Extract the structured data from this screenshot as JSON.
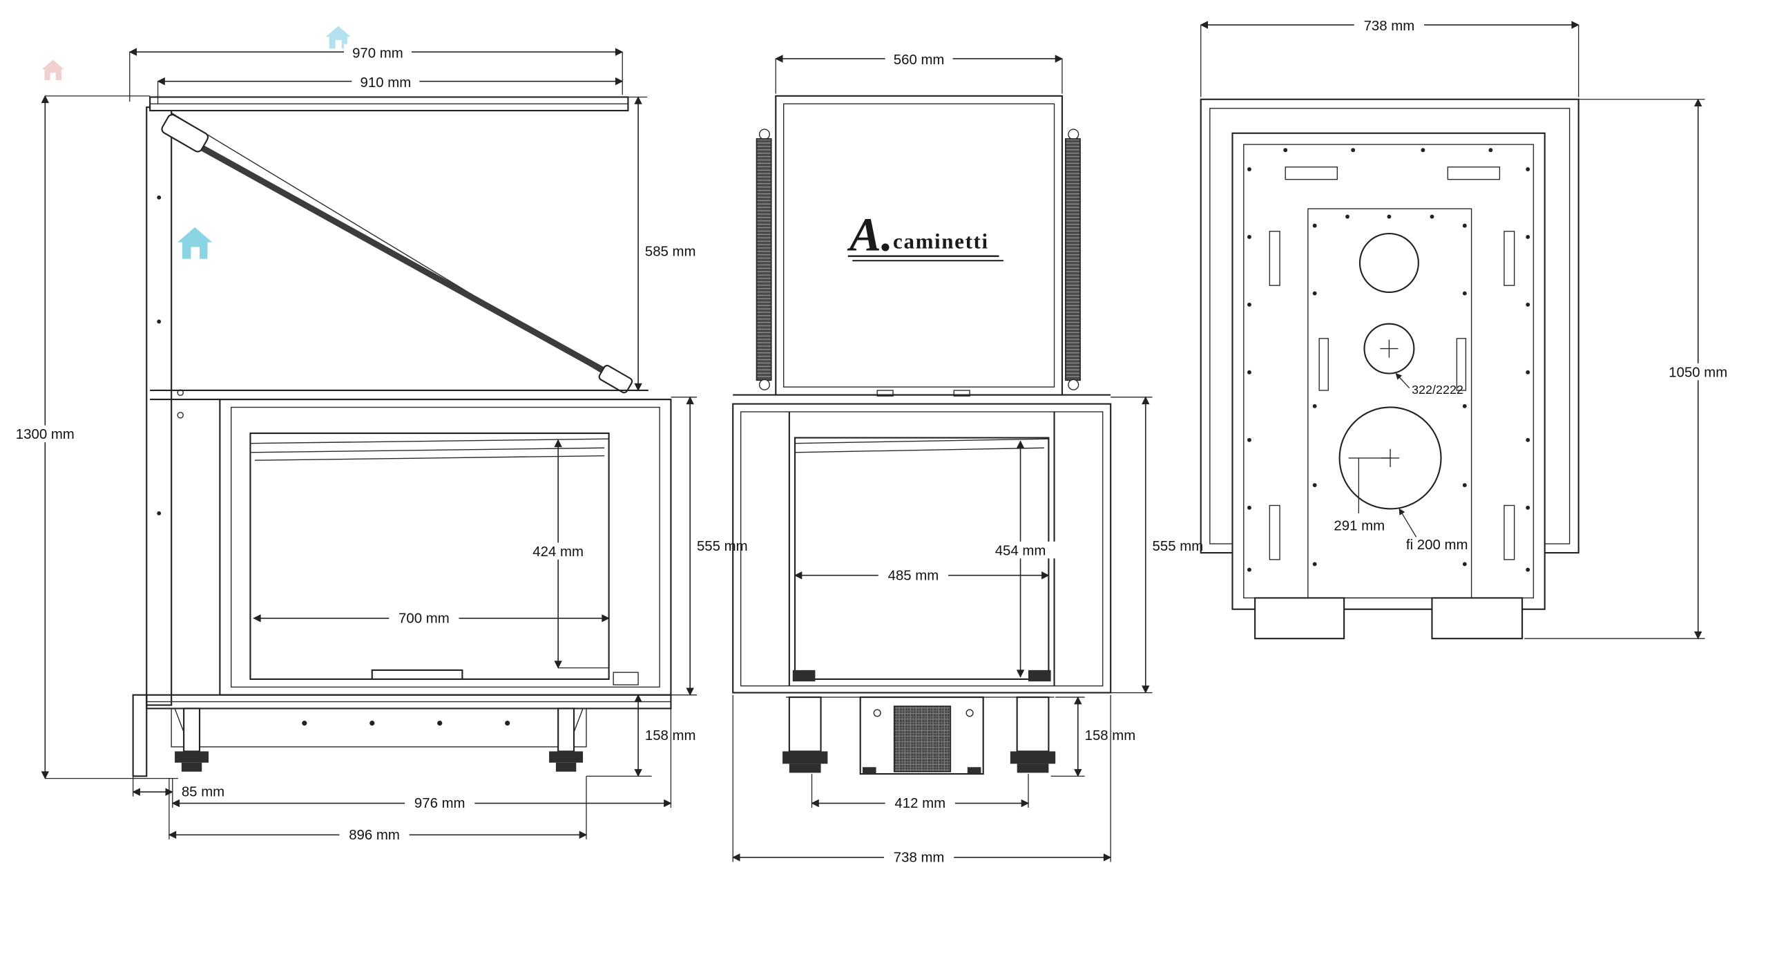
{
  "drawing": {
    "background": "#ffffff",
    "line_color": "#222222",
    "accent_teal": "#7fd0e2",
    "accent_red": "#e6aaaa"
  },
  "logo": {
    "a": "A.",
    "rest": "caminetti"
  },
  "icons": {
    "top_left": "home-icon",
    "top_center": "home-icon",
    "mid_left": "home-icon"
  },
  "front": {
    "dim_970": "970 mm",
    "dim_910": "910 mm",
    "dim_585": "585 mm",
    "dim_1300": "1300 mm",
    "dim_424": "424 mm",
    "dim_700": "700 mm",
    "dim_555": "555 mm",
    "dim_158": "158 mm",
    "dim_85": "85 mm",
    "dim_976": "976 mm",
    "dim_896": "896 mm"
  },
  "side": {
    "dim_560": "560 mm",
    "dim_454": "454 mm",
    "dim_485": "485 mm",
    "dim_555": "555 mm",
    "dim_158": "158 mm",
    "dim_412": "412 mm",
    "dim_738": "738 mm"
  },
  "rear": {
    "dim_738": "738 mm",
    "dim_1050": "1050 mm",
    "label_outlet": "322/2222",
    "dim_291": "291 mm",
    "dim_flue": "fi 200 mm"
  }
}
